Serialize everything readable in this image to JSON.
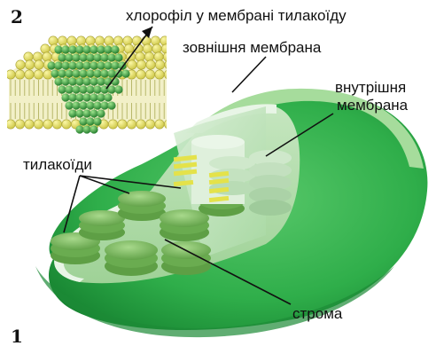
{
  "figure": {
    "panel_top": "2",
    "panel_bottom": "1"
  },
  "labels": {
    "chlorophyll": "хлорофіл у мембрані тилакоїду",
    "outer_membrane": "зовнішня мембрана",
    "inner_membrane_line1": "внутрішня",
    "inner_membrane_line2": "мембрана",
    "thylakoids": "тилакоїди",
    "stroma": "строма"
  },
  "colors": {
    "outer_green": "#2fae4a",
    "dark_green": "#1d8a36",
    "light_green": "#8fd08a",
    "inner_pale": "#cfe9cf",
    "granum": "#7fbf5e",
    "granum_dark": "#4f9a3a",
    "lipid_head": "#e3df55",
    "lipid_tail": "#b8b86a",
    "protein": "#3e9a3a",
    "thylakoid_yellow": "#e4e24a"
  }
}
